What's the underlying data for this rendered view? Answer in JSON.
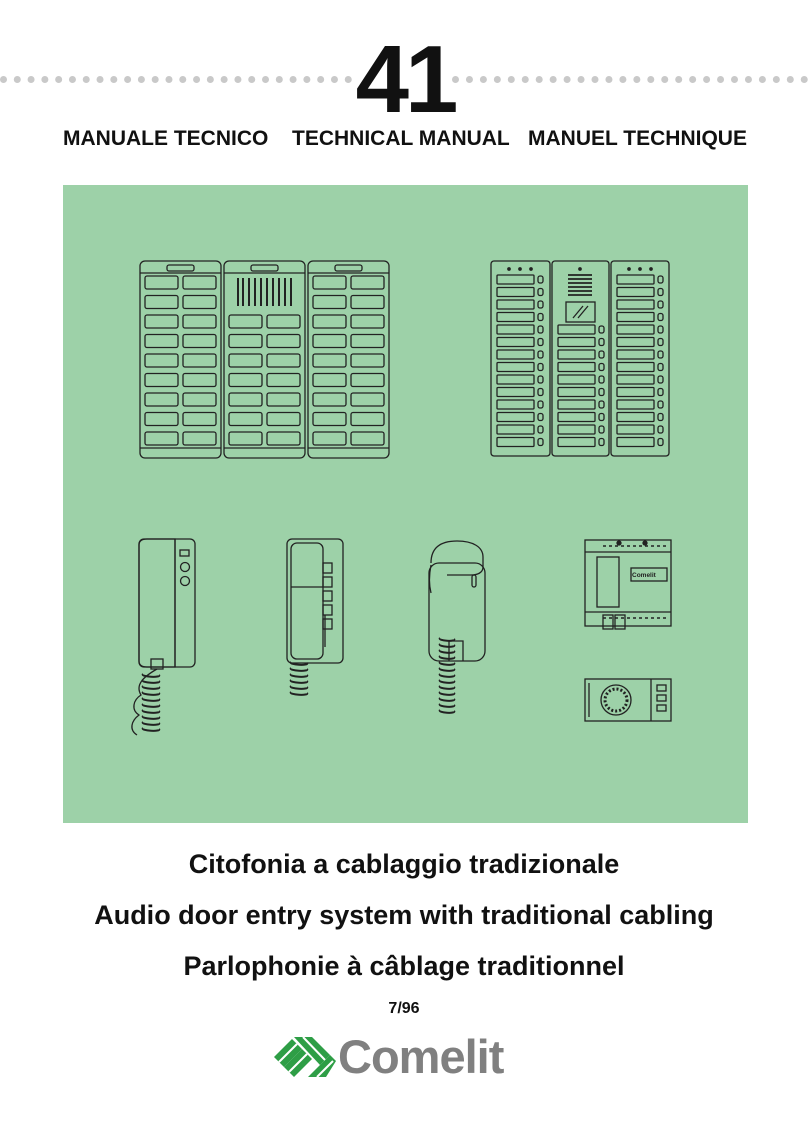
{
  "header": {
    "manual_number": "41",
    "titles": [
      "MANUALE TECNICO",
      "TECHNICAL MANUAL",
      "MANUEL TECHNIQUE"
    ]
  },
  "colors": {
    "panel_background": "#9dd1a8",
    "line_art": "#222222",
    "brand_green": "#2e9e46",
    "brand_grey": "#808080"
  },
  "subtitles": [
    "Citofonia a cablaggio tradizionale",
    "Audio door entry system with traditional cabling",
    "Parlophonie à câblage traditionnel"
  ],
  "edition": "7/96",
  "brand": {
    "name": "Comelit",
    "logo_icon": "comelit-chevron-logo-icon",
    "device_label": "Comelit"
  },
  "illustrations": [
    "modular-entrance-panel-icon",
    "slim-entrance-panel-icon",
    "wall-interphone-icon",
    "push-button-interphone-icon",
    "classic-interphone-icon",
    "power-supply-unit-icon",
    "speaker-module-icon"
  ]
}
